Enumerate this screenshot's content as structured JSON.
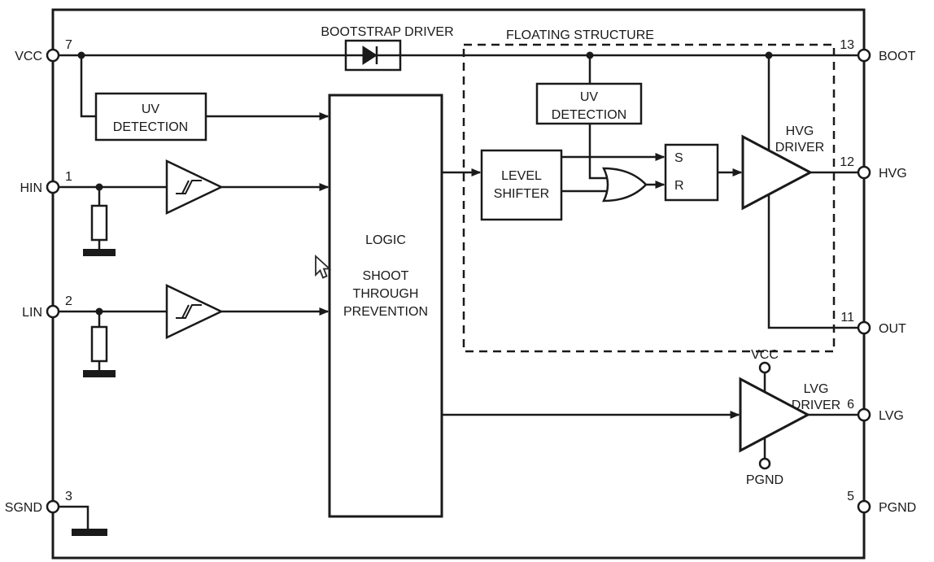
{
  "diagram": {
    "labels": {
      "bootstrap_driver": "BOOTSTRAP DRIVER",
      "floating_structure": "FLOATING STRUCTURE"
    },
    "blocks": {
      "uv_detection_left": {
        "line1": "UV",
        "line2": "DETECTION"
      },
      "uv_detection_floating": {
        "line1": "UV",
        "line2": "DETECTION"
      },
      "logic": {
        "line1": "LOGIC",
        "line2": "SHOOT",
        "line3": "THROUGH",
        "line4": "PREVENTION"
      },
      "level_shifter": {
        "line1": "LEVEL",
        "line2": "SHIFTER"
      },
      "sr_latch": {
        "s": "S",
        "r": "R"
      },
      "hvg_driver": {
        "line1": "HVG",
        "line2": "DRIVER"
      },
      "lvg_driver": {
        "line1": "LVG",
        "line2": "DRIVER",
        "supply_top": "VCC",
        "supply_bottom": "PGND"
      }
    },
    "pins": {
      "left": [
        {
          "name": "VCC",
          "number": "7"
        },
        {
          "name": "HIN",
          "number": "1"
        },
        {
          "name": "LIN",
          "number": "2"
        },
        {
          "name": "SGND",
          "number": "3"
        }
      ],
      "right": [
        {
          "name": "BOOT",
          "number": "13"
        },
        {
          "name": "HVG",
          "number": "12"
        },
        {
          "name": "OUT",
          "number": "11"
        },
        {
          "name": "LVG",
          "number": "6"
        },
        {
          "name": "PGND",
          "number": "5"
        }
      ]
    },
    "colors": {
      "line": "#1a1a1a",
      "background": "#ffffff"
    }
  }
}
